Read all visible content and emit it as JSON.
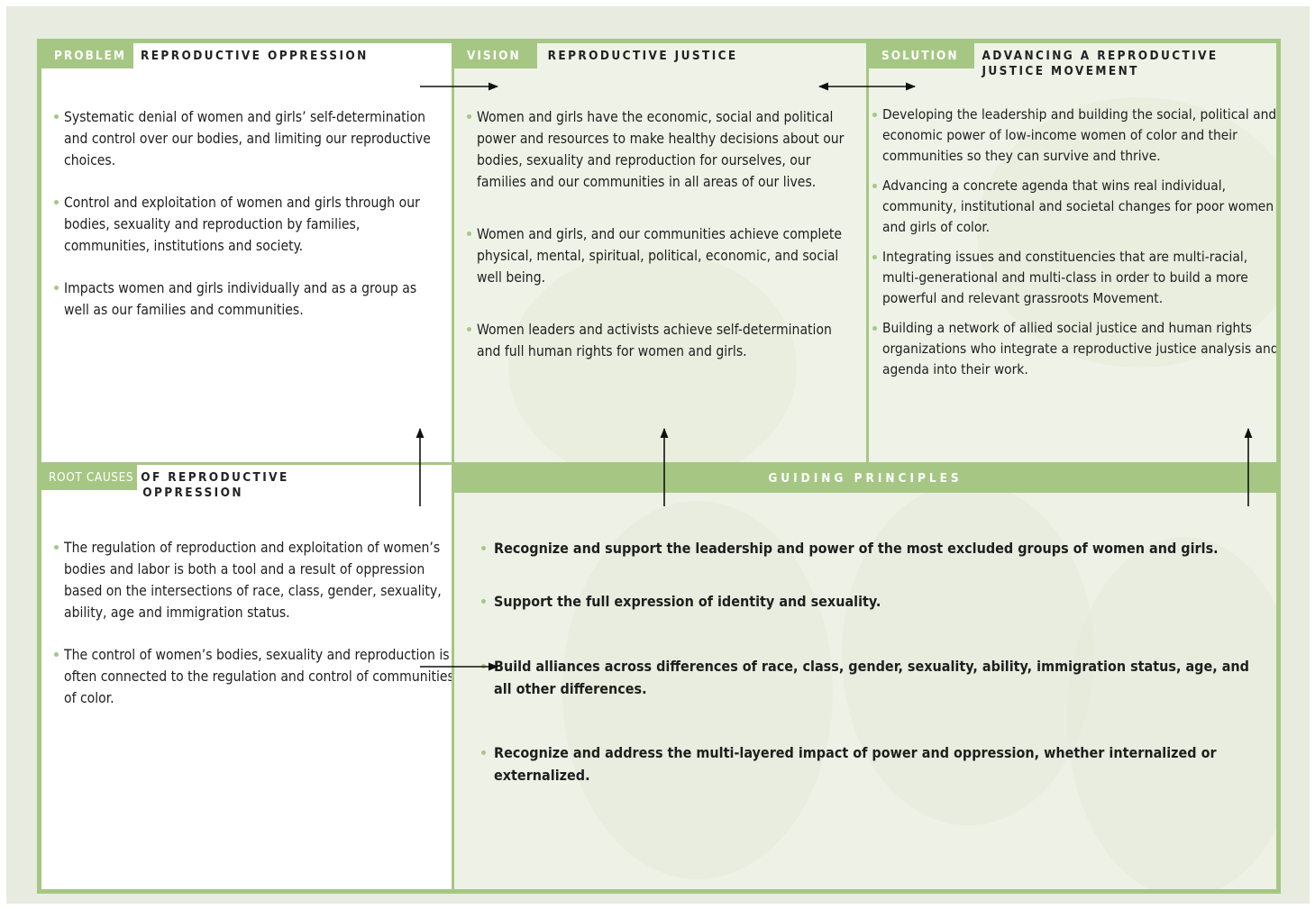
{
  "problem": {
    "tag": "PROBLEM",
    "title": "REPRODUCTIVE OPPRESSION",
    "bullets": [
      "Systematic denial of women and girls’ self-determination and control over our bodies, and limiting our reproductive choices.",
      "Control and exploitation of women and girls through our bodies, sexuality and reproduction by families, communities, institutions and society.",
      "Impacts women and girls individually and as a group as well as our families and communities."
    ]
  },
  "vision": {
    "tag": "VISION",
    "title": "REPRODUCTIVE JUSTICE",
    "bullets": [
      "Women and girls have the economic, social and political power and resources to make healthy decisions about our bodies, sexuality and reproduction for ourselves, our families and our communities in all areas of our lives.",
      "Women and girls, and our communities achieve complete physical, mental, spiritual, political, economic, and social well being.",
      "Women leaders and activists achieve self-determination and full human rights for women and girls."
    ]
  },
  "solution": {
    "tag": "SOLUTION",
    "title_line1": "ADVANCING A REPRODUCTIVE",
    "title_line2": "JUSTICE MOVEMENT",
    "bullets": [
      "Developing the leadership and building the social, political and economic power of low-income women of color and their communities so they can survive and thrive.",
      "Advancing a concrete agenda that wins real individual, community, institutional and societal changes for poor women and girls of color.",
      "Integrating issues and constituencies that are multi-racial, multi-generational and multi-class in order to build a more powerful and relevant grassroots Movement.",
      "Building a network of allied social justice and human rights organizations who integrate a reproductive justice analysis and agenda into their work."
    ]
  },
  "root_causes": {
    "tag": "ROOT CAUSES",
    "title_line1": "OF REPRODUCTIVE",
    "title_line2": "OPPRESSION",
    "bullets": [
      "The regulation of reproduction and exploitation of women’s bodies and labor is both a tool and a result of oppression based on the intersections of race, class, gender, sexuality, ability, age and immigration status.",
      "The control of women’s bodies, sexuality and reproduction is often connected to the regulation and control of communities of color."
    ]
  },
  "guiding_principles": {
    "title": "GUIDING PRINCIPLES",
    "bullets": [
      "Recognize and support the leadership and power of the most excluded groups of women and girls.",
      "Support the full expression of identity and sexuality.",
      "Build alliances across differences of race, class, gender, sexuality, ability, immigration status, age, and all other differences.",
      "Recognize and address the multi-layered impact of power and oppression, whether internalized or externalized."
    ]
  },
  "colors": {
    "accent_green": "#a6c783",
    "background": "#e7ebe0",
    "text": "#1e1e1e"
  }
}
